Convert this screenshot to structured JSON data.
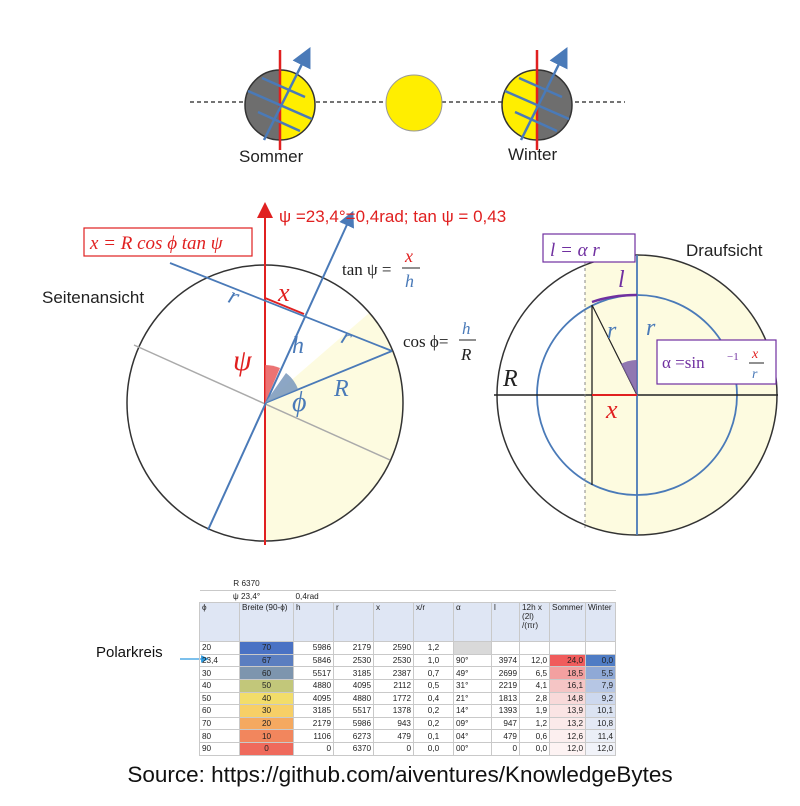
{
  "labels": {
    "sommer": "Sommer",
    "winter": "Winter",
    "top_formula": "ψ =23,4°=0,4rad; tan ψ = 0,43",
    "box_x_formula": "x = R cos ϕ tan ψ",
    "seitenansicht": "Seitenansicht",
    "draufsicht": "Draufsicht",
    "tan_psi": "tan ψ =",
    "tan_num": "x",
    "tan_den": "h",
    "cos_phi": "cos ϕ=",
    "cos_num": "h",
    "cos_den": "R",
    "box_l_formula": "l = α r",
    "alpha_formula": "α =sin",
    "alpha_exp": "−1",
    "alpha_num": "x",
    "alpha_den": "r",
    "var_r": "r",
    "var_x": "x",
    "var_h": "h",
    "var_R": "R",
    "var_psi": "ψ",
    "var_phi": "ϕ",
    "var_l": "l",
    "polarkreis": "Polarkreis",
    "source": "Source: https://github.com/aiventures/KnowledgeBytes"
  },
  "colors": {
    "red": "#e02020",
    "blue": "#4a7ab8",
    "yellow": "#ffee00",
    "dark_blue": "#1f3f6e",
    "purple": "#7030a0",
    "pale_yellow": "#fdfbe0"
  },
  "table": {
    "meta": [
      [
        "R 6370",
        ""
      ],
      [
        "ψ 23,4°",
        "0,4rad"
      ]
    ],
    "headers": [
      "ϕ",
      "Breite (90-ϕ)",
      "h",
      "r",
      "x",
      "x/r",
      "α",
      "l",
      "12h x (2l) /(πr)",
      "Sommer",
      "Winter"
    ],
    "rows": [
      {
        "cells": [
          "20",
          "70",
          "5986",
          "2179",
          "2590",
          "1,2",
          "",
          "",
          "",
          "",
          ""
        ],
        "breite_color": "#4a72c4",
        "sommer_color": "#ffffff",
        "winter_color": "#ffffff"
      },
      {
        "cells": [
          "23,4",
          "67",
          "5846",
          "2530",
          "2530",
          "1,0",
          "90°",
          "3974",
          "12,0",
          "24,0",
          "0,0"
        ],
        "breite_color": "#5b7ec0",
        "sommer_color": "#f05c5c",
        "winter_color": "#4f7cc4"
      },
      {
        "cells": [
          "30",
          "60",
          "5517",
          "3185",
          "2387",
          "0,7",
          "49°",
          "2699",
          "6,5",
          "18,5",
          "5,5"
        ],
        "breite_color": "#7d95ae",
        "sommer_color": "#f3a0a0",
        "winter_color": "#8fa9d6"
      },
      {
        "cells": [
          "40",
          "50",
          "4880",
          "4095",
          "2112",
          "0,5",
          "31°",
          "2219",
          "4,1",
          "16,1",
          "7,9"
        ],
        "breite_color": "#c2c77a",
        "sommer_color": "#f5c5c5",
        "winter_color": "#b6c6e4"
      },
      {
        "cells": [
          "50",
          "40",
          "4095",
          "4880",
          "1772",
          "0,4",
          "21°",
          "1813",
          "2,8",
          "14,8",
          "9,2"
        ],
        "breite_color": "#f2dd6a",
        "sommer_color": "#f8d9d9",
        "winter_color": "#cdd8ee"
      },
      {
        "cells": [
          "60",
          "30",
          "3185",
          "5517",
          "1378",
          "0,2",
          "14°",
          "1393",
          "1,9",
          "13,9",
          "10,1"
        ],
        "breite_color": "#f7cf66",
        "sommer_color": "#fae4e4",
        "winter_color": "#dbe3f2"
      },
      {
        "cells": [
          "70",
          "20",
          "2179",
          "5986",
          "943",
          "0,2",
          "09°",
          "947",
          "1,2",
          "13,2",
          "10,8"
        ],
        "breite_color": "#f5a960",
        "sommer_color": "#fbeaea",
        "winter_color": "#e4e9f5"
      },
      {
        "cells": [
          "80",
          "10",
          "1106",
          "6273",
          "479",
          "0,1",
          "04°",
          "479",
          "0,6",
          "12,6",
          "11,4"
        ],
        "breite_color": "#f2865d",
        "sommer_color": "#fcefef",
        "winter_color": "#ebeff7"
      },
      {
        "cells": [
          "90",
          "0",
          "0",
          "6370",
          "0",
          "0,0",
          "00°",
          "0",
          "0,0",
          "12,0",
          "12,0"
        ],
        "breite_color": "#ef6a5c",
        "sommer_color": "#fdf3f3",
        "winter_color": "#f1f3f9"
      }
    ]
  }
}
